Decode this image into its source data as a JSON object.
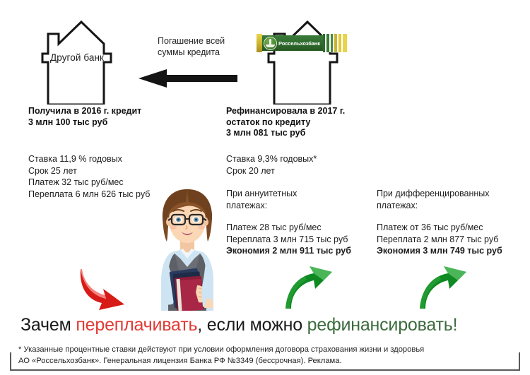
{
  "flow": {
    "label_line1": "Погашение всей",
    "label_line2": "суммы кредита",
    "arrow_icon": "arrow-left-icon"
  },
  "house_left": {
    "label": "Другой банк"
  },
  "house_right": {
    "logo_text": "Россельхозбанк",
    "logo_emblem": "leaf-emblem-icon"
  },
  "columns": {
    "left": {
      "heading_line1": "Получила в 2016 г. кредит",
      "heading_line2": "3 млн 100 тыс руб",
      "details": [
        "Ставка 11,9 % годовых",
        "Срок 25 лет",
        "Платеж 32 тыс руб/мес",
        "Переплата 6 млн 626 тыс руб"
      ]
    },
    "middle": {
      "heading_line1": "Рефинансировала в 2017 г.",
      "heading_line2": "остаток по кредиту",
      "heading_line3": "3 млн 081 тыс руб",
      "details": [
        "Ставка 9,3% годовых*",
        "Срок 20 лет"
      ],
      "annuity_title_line1": "При аннуитетных",
      "annuity_title_line2": "платежах:",
      "annuity_payment": "Платеж 28 тыс руб/мес",
      "annuity_overpay": "Переплата 3  млн 715 тыс руб",
      "annuity_saving": "Экономия 2 млн 911  тыс руб"
    },
    "right": {
      "diff_title_line1": "При дифференцированных",
      "diff_title_line2": "платежах:",
      "diff_payment": "Платеж от 36 тыс руб/мес",
      "diff_overpay": "Переплата  2 млн 877 тыс руб",
      "diff_saving": "Экономия 3 млн 749 тыс руб"
    }
  },
  "slogan": {
    "part1": "Зачем ",
    "highlight_red": "переплачивать",
    "part2": ", если можно ",
    "highlight_green": "рефинансировать!",
    "red_color": "#e03a35",
    "green_color": "#3c6b3d"
  },
  "footnote": {
    "line1": "* Указанные процентные ставки действуют при условии оформления договора страхования жизни и здоровья",
    "line2": "АО «Россельхозбанк». Генеральная лицензия Банка РФ №3349 (бессрочная). Реклама."
  },
  "illustration": {
    "woman": "woman-with-books-illustration",
    "arrow_red": "curved-arrow-down-red-icon",
    "arrow_green_1": "curved-arrow-up-green-icon",
    "arrow_green_2": "curved-arrow-up-green-icon"
  }
}
